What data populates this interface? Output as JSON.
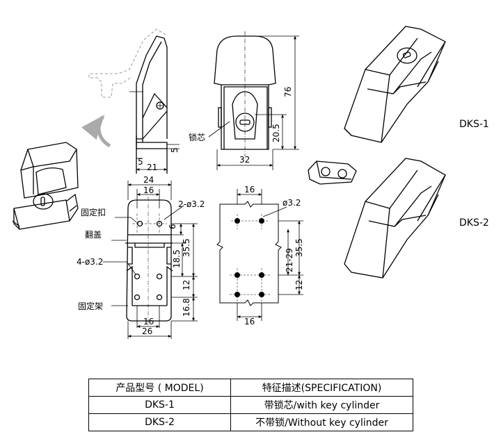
{
  "labels": {
    "lock_core": "锁芯",
    "fixed_buckle": "固定扣",
    "flip_cover": "翻盖",
    "fixed_frame": "固定架",
    "holes_a": "2-ø3.2",
    "holes_b": "4-ø3.2",
    "hole_c": "ø3.2",
    "model_1": "DKS-1",
    "model_2": "DKS-2"
  },
  "dimensions": {
    "side_width": "21",
    "side_lip": "5",
    "side_base": "5",
    "front_height": "76",
    "front_width": "32",
    "front_key_height": "20.5",
    "top_24": "24",
    "top_16": "16",
    "top_6": "6",
    "mid_35_5": "35.5",
    "mid_18_5": "18.5",
    "mid_12": "12",
    "bot_16_8": "16.8",
    "bottom_16": "16",
    "bottom_26": "26",
    "pat_16_top": "16",
    "pat_range": "21-29",
    "pat_35_5": "35.5",
    "pat_12": "12",
    "pat_16_bottom": "16"
  },
  "table": {
    "header": [
      "产品型号 ( MODEL)",
      "特征描述(SPECIFICATION)"
    ],
    "rows": [
      [
        "DKS-1",
        "带锁芯/with key cylinder"
      ],
      [
        "DKS-2",
        "不带锁/Without key cylinder"
      ]
    ]
  }
}
